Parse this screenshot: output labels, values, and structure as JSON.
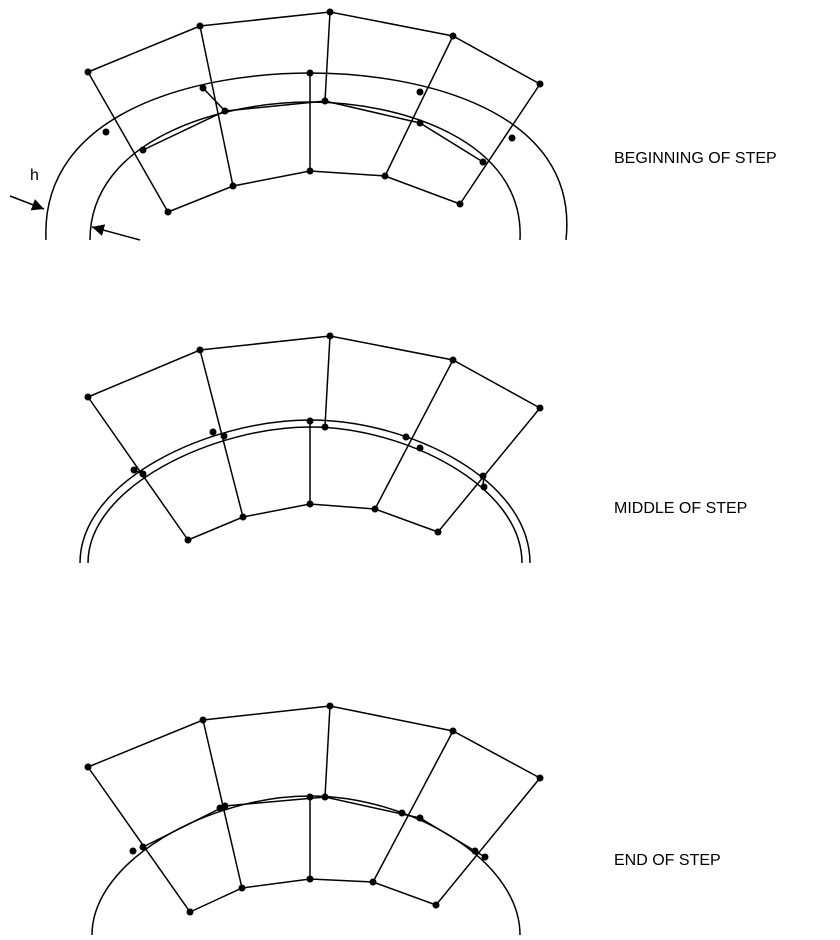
{
  "labels": {
    "beginning": "BEGINNING OF STEP",
    "middle": "MIDDLE OF STEP",
    "end": "END OF STEP",
    "thickness": "h"
  },
  "colors": {
    "line": "#000000",
    "background": "#ffffff"
  }
}
